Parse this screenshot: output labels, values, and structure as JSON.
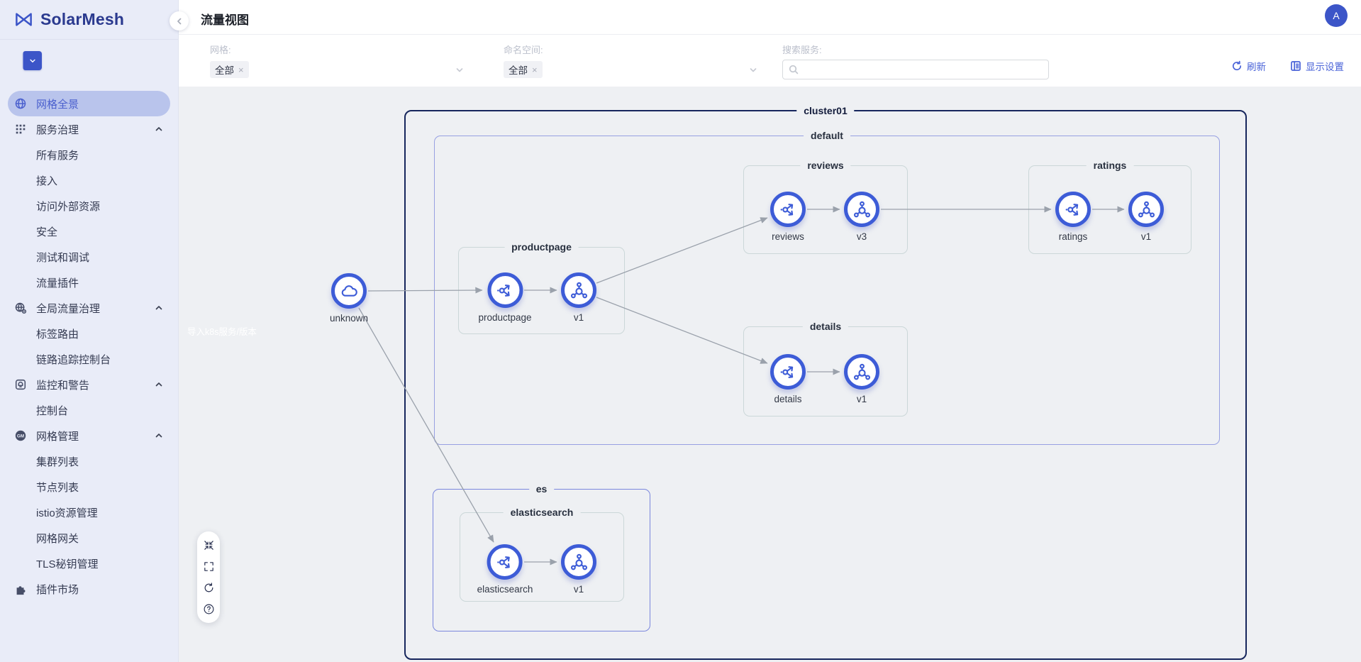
{
  "app": {
    "name": "SolarMesh",
    "page_title": "流量视图",
    "avatar_initial": "A"
  },
  "sidebar": {
    "import_button": {
      "label": "导入k8s服务/版本"
    },
    "items": [
      {
        "label": "网格全景",
        "type": "top",
        "icon": "globe-icon",
        "active": true
      },
      {
        "label": "服务治理",
        "type": "group",
        "icon": "services-icon",
        "expanded": true
      },
      {
        "label": "所有服务",
        "type": "sub"
      },
      {
        "label": "接入",
        "type": "sub"
      },
      {
        "label": "访问外部资源",
        "type": "sub"
      },
      {
        "label": "安全",
        "type": "sub"
      },
      {
        "label": "测试和调试",
        "type": "sub"
      },
      {
        "label": "流量插件",
        "type": "sub"
      },
      {
        "label": "全局流量治理",
        "type": "group",
        "icon": "global-traffic-icon",
        "expanded": true
      },
      {
        "label": "标签路由",
        "type": "sub"
      },
      {
        "label": "链路追踪控制台",
        "type": "sub"
      },
      {
        "label": "监控和警告",
        "type": "group",
        "icon": "monitor-alert-icon",
        "expanded": true
      },
      {
        "label": "控制台",
        "type": "sub"
      },
      {
        "label": "网格管理",
        "type": "group",
        "icon": "mesh-manage-icon",
        "expanded": true
      },
      {
        "label": "集群列表",
        "type": "sub"
      },
      {
        "label": "节点列表",
        "type": "sub"
      },
      {
        "label": "istio资源管理",
        "type": "sub"
      },
      {
        "label": "网格网关",
        "type": "sub"
      },
      {
        "label": "TLS秘钥管理",
        "type": "sub"
      },
      {
        "label": "插件市场",
        "type": "top",
        "icon": "plugin-market-icon"
      }
    ]
  },
  "filters": {
    "mesh": {
      "label": "网格:",
      "selected_tag": "全部"
    },
    "namespace": {
      "label": "命名空间:",
      "selected_tag": "全部"
    },
    "search": {
      "label": "搜索服务:",
      "value": "",
      "placeholder": ""
    },
    "actions": {
      "refresh": "刷新",
      "display_settings": "显示设置"
    }
  },
  "graph": {
    "cluster_label": "cluster01",
    "namespaces": {
      "default": "default",
      "es": "es"
    },
    "groups": {
      "productpage": "productpage",
      "reviews": "reviews",
      "details": "details",
      "ratings": "ratings",
      "elasticsearch": "elasticsearch"
    },
    "nodes": {
      "unknown": {
        "label": "unknown",
        "type": "external-cloud"
      },
      "productpage_svc": {
        "label": "productpage",
        "type": "service"
      },
      "productpage_v1": {
        "label": "v1",
        "type": "workload"
      },
      "reviews_svc": {
        "label": "reviews",
        "type": "service"
      },
      "reviews_v3": {
        "label": "v3",
        "type": "workload"
      },
      "ratings_svc": {
        "label": "ratings",
        "type": "service"
      },
      "ratings_v1": {
        "label": "v1",
        "type": "workload"
      },
      "details_svc": {
        "label": "details",
        "type": "service"
      },
      "details_v1": {
        "label": "v1",
        "type": "workload"
      },
      "elasticsearch_svc": {
        "label": "elasticsearch",
        "type": "service"
      },
      "elasticsearch_v1": {
        "label": "v1",
        "type": "workload"
      }
    },
    "edges": [
      {
        "from": "unknown",
        "to": "productpage_svc"
      },
      {
        "from": "unknown",
        "to": "elasticsearch_svc"
      },
      {
        "from": "productpage_svc",
        "to": "productpage_v1"
      },
      {
        "from": "productpage_v1",
        "to": "reviews_svc"
      },
      {
        "from": "productpage_v1",
        "to": "details_svc"
      },
      {
        "from": "reviews_svc",
        "to": "reviews_v3"
      },
      {
        "from": "reviews_v3",
        "to": "ratings_svc"
      },
      {
        "from": "ratings_svc",
        "to": "ratings_v1"
      },
      {
        "from": "details_svc",
        "to": "details_v1"
      },
      {
        "from": "elasticsearch_svc",
        "to": "elasticsearch_v1"
      }
    ],
    "toolbar": [
      "compress",
      "fullscreen",
      "reload",
      "help"
    ]
  },
  "colors": {
    "accent": "#3c55c8",
    "link": "#4a63d8",
    "logo-color": "#2b3a8f",
    "sidebar-bg": "#e9ecf8",
    "active-pill": "#b9c4ec",
    "active-text": "#4b60ce",
    "canvas-bg": "#eef0f3",
    "cluster-border": "#16265c",
    "ns-border": "#97a0e2",
    "group-border": "#cbd7d8",
    "node-ring": "#3d5cd7",
    "edge": "#9aa1ab"
  }
}
